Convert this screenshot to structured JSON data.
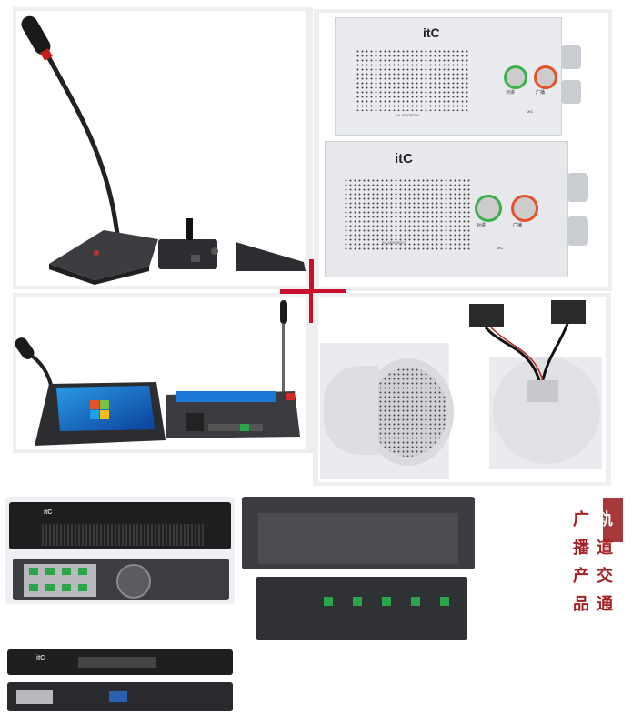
{
  "brand": {
    "logo_text": "itC"
  },
  "devices": {
    "speaker_box_small": {
      "label_left": "对讲",
      "label_right": "广播",
      "model": "XA-6000SEDY",
      "mic": "MIC"
    },
    "speaker_box_large": {
      "label_left": "对讲",
      "label_right": "广播",
      "model": "XA-6000SEDY",
      "mic": "MIC"
    }
  },
  "side_text": {
    "col1": [
      "广",
      "播",
      "产",
      "品"
    ],
    "col2": [
      "轨",
      "道",
      "交",
      "通"
    ]
  },
  "colors": {
    "accent_red": "#c8102e",
    "text_red": "#a61f24",
    "accent_block": "#a7383b"
  }
}
